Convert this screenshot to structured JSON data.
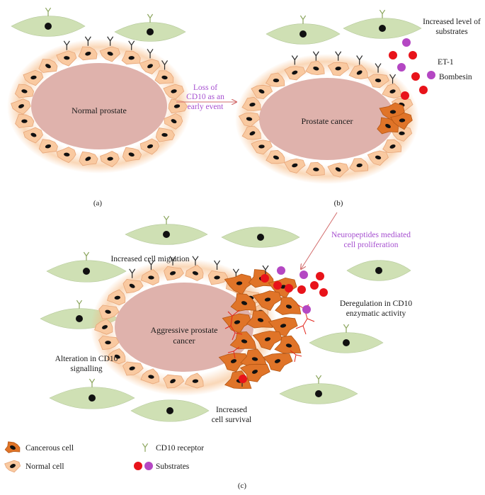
{
  "panel_a": {
    "region_label": "Normal prostate",
    "caption": "(a)"
  },
  "transition": {
    "text_lines": [
      "Loss of",
      "CD10 as an",
      "early event"
    ]
  },
  "panel_b": {
    "region_label": "Prostate cancer",
    "caption": "(b)",
    "substrates_note_lines": [
      "Increased level of",
      "substrates"
    ],
    "et1_label": "ET-1",
    "bombesin_label": "Bombesin"
  },
  "panel_c": {
    "neuropeptides_lines": [
      "Neuropeptides mediated",
      "cell proliferation"
    ],
    "migration_label": "Increased cell migration",
    "deregulation_lines": [
      "Deregulation in CD10",
      "enzymatic activity"
    ],
    "region_lines": [
      "Aggressive prostate",
      "cancer"
    ],
    "alteration_lines": [
      "Alteration in CD10",
      "signalling"
    ],
    "survival_lines": [
      "Increased",
      "cell survival"
    ],
    "caption": "(c)"
  },
  "legend": {
    "cancerous_cell": "Cancerous cell",
    "normal_cell": "Normal cell",
    "cd10_receptor": "CD10 receptor",
    "substrates": "Substrates"
  },
  "colors": {
    "normal_cell": "#f9c9a0",
    "normal_cell_stroke": "#e7a679",
    "cancer_cell": "#e07428",
    "cancer_cell_stroke": "#b45614",
    "lumen": "#dfb2ac",
    "stroma_cell": "#cfe0b4",
    "nucleus": "#111111",
    "et1": "#e8131a",
    "bombesin": "#b447c3",
    "text_purple": "#a64fd0",
    "arrow": "#d26b6b",
    "vessel": "#e2231a"
  }
}
